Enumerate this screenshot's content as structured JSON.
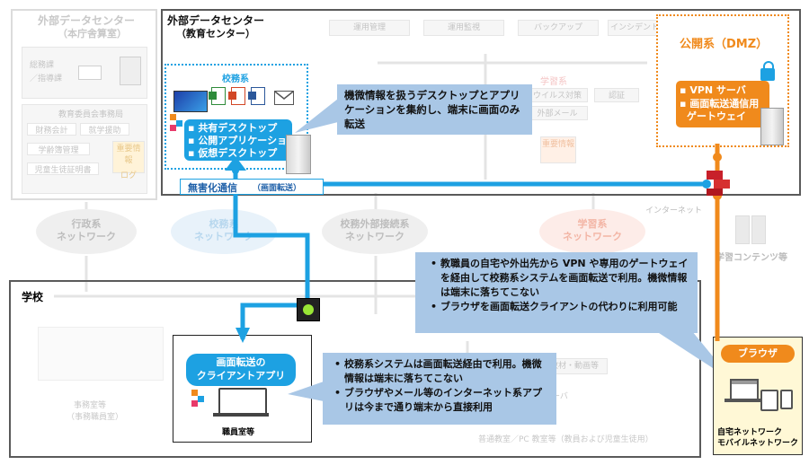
{
  "left_center": {
    "title": "外部データセンター",
    "subtitle": "（本庁舎算室）",
    "depts": [
      "総務課",
      "／指導課"
    ],
    "board": "教育委員会事務局",
    "cells": [
      "財務会計",
      "就学援助",
      "学齢簿管理",
      "重要情報",
      "児童生徒証明書",
      "ログ"
    ]
  },
  "main_center": {
    "title": "外部データセンター",
    "subtitle": "（教育センター）",
    "top_tabs": [
      "運用管理",
      "運用監視",
      "バックアップ",
      "インシデント"
    ],
    "faded_items": [
      "学習系",
      "ウイルス対策",
      "認証",
      "外部メール"
    ],
    "koumu_label": "校務系",
    "koumu_items": [
      "共有デスクトップ",
      "公開アプリケーション",
      "仮想デスクトップ"
    ],
    "koumu_center_label": "重要情報",
    "muanka_label": "無害化通信",
    "muanka_sub": "（画面転送）"
  },
  "dmz": {
    "title": "公開系（DMZ）",
    "items": [
      "VPN サーバ",
      "画面転送通信用",
      "ゲートウェイ"
    ]
  },
  "callouts": {
    "top": "機微情報を扱うデスクトップとアプリケーションを集約し、端末に画面のみ転送",
    "right": [
      "教職員の自宅や外出先から VPN や専用のゲートウェイを経由して校務系システムを画面転送で利用。機微情報は端末に落ちてこない",
      "ブラウザを画面転送クライアントの代わりに利用可能"
    ],
    "bottom": [
      "校務系システムは画面転送経由で利用。機微情報は端末に落ちてこない",
      "ブラウザやメール等のインターネット系アプリは今まで通り端末から直接利用"
    ]
  },
  "networks": {
    "gyosei": [
      "行政系",
      "ネットワーク"
    ],
    "koumu": [
      "校務系",
      "ネットワーク"
    ],
    "koumu_gaibu": [
      "校務外部接続系",
      "ネットワーク"
    ],
    "gakushu": [
      "学習系",
      "ネットワーク"
    ],
    "internet": "インターネット",
    "contents": "学習コンテンツ等"
  },
  "school": {
    "title": "学校",
    "client_app": [
      "画面転送の",
      "クライアントアプリ"
    ],
    "staff_room": "職員室等",
    "faded": [
      "事務室等",
      "（事務職員室）",
      "教材・動画等",
      "情報サーバ",
      "普通教室／PC 教室等（教員および児童生徒用）"
    ]
  },
  "home": {
    "browser_label": "ブラウザ",
    "caption": [
      "自宅ネットワーク",
      "モバイルネットワーク"
    ]
  },
  "colors": {
    "blue": "#1da1e2",
    "orange": "#f08a1c",
    "callout_bg": "#a9c7e6",
    "dark_frame": "#5a5a5a"
  }
}
